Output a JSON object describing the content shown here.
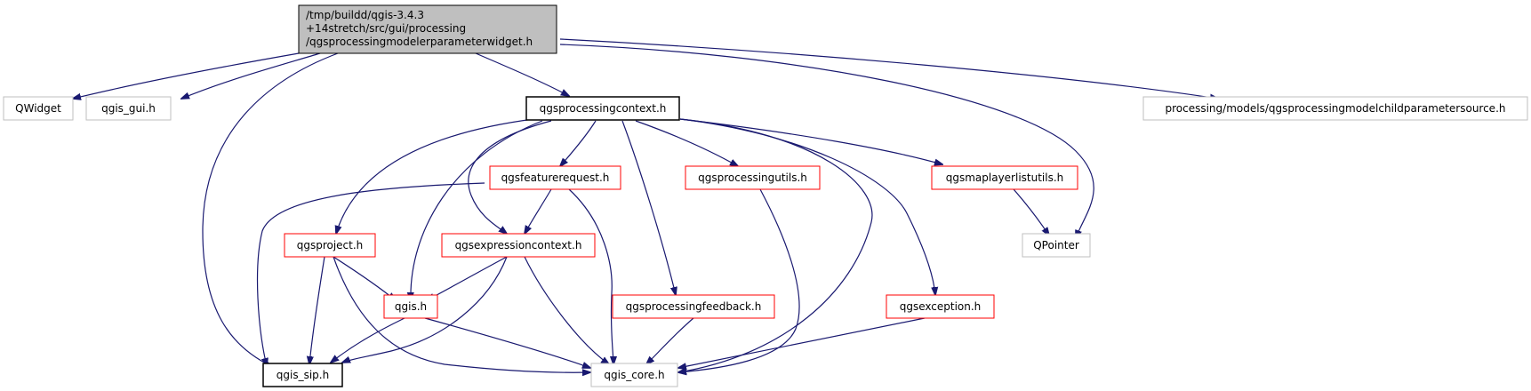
{
  "nodes": {
    "root": {
      "lines": [
        "/tmp/buildd/qgis-3.4.3",
        "+14stretch/src/gui/processing",
        "/qgsprocessingmodelerparameterwidget.h"
      ],
      "fill": "#bfbfbf",
      "border": "#000000"
    },
    "qwidget": {
      "label": "QWidget",
      "border": "#bfbfbf"
    },
    "qgis_gui": {
      "label": "qgis_gui.h",
      "border": "#bfbfbf"
    },
    "context": {
      "label": "qgsprocessingcontext.h",
      "border": "#000000"
    },
    "childparam": {
      "label": "processing/models/qgsprocessingmodelchildparametersource.h",
      "border": "#bfbfbf"
    },
    "featurerequest": {
      "label": "qgsfeaturerequest.h",
      "border": "#ff0000"
    },
    "processingutils": {
      "label": "qgsprocessingutils.h",
      "border": "#ff0000"
    },
    "maplayerlistutils": {
      "label": "qgsmaplayerlistutils.h",
      "border": "#ff0000"
    },
    "project": {
      "label": "qgsproject.h",
      "border": "#ff0000"
    },
    "exprcontext": {
      "label": "qgsexpressioncontext.h",
      "border": "#ff0000"
    },
    "qpointer": {
      "label": "QPointer",
      "border": "#bfbfbf"
    },
    "qgis": {
      "label": "qgis.h",
      "border": "#ff0000"
    },
    "feedback": {
      "label": "qgsprocessingfeedback.h",
      "border": "#ff0000"
    },
    "exception": {
      "label": "qgsexception.h",
      "border": "#ff0000"
    },
    "sip": {
      "label": "qgis_sip.h",
      "border": "#000000"
    },
    "core": {
      "label": "qgis_core.h",
      "border": "#bfbfbf"
    }
  },
  "colors": {
    "edge": "#191970",
    "background": "#ffffff"
  }
}
